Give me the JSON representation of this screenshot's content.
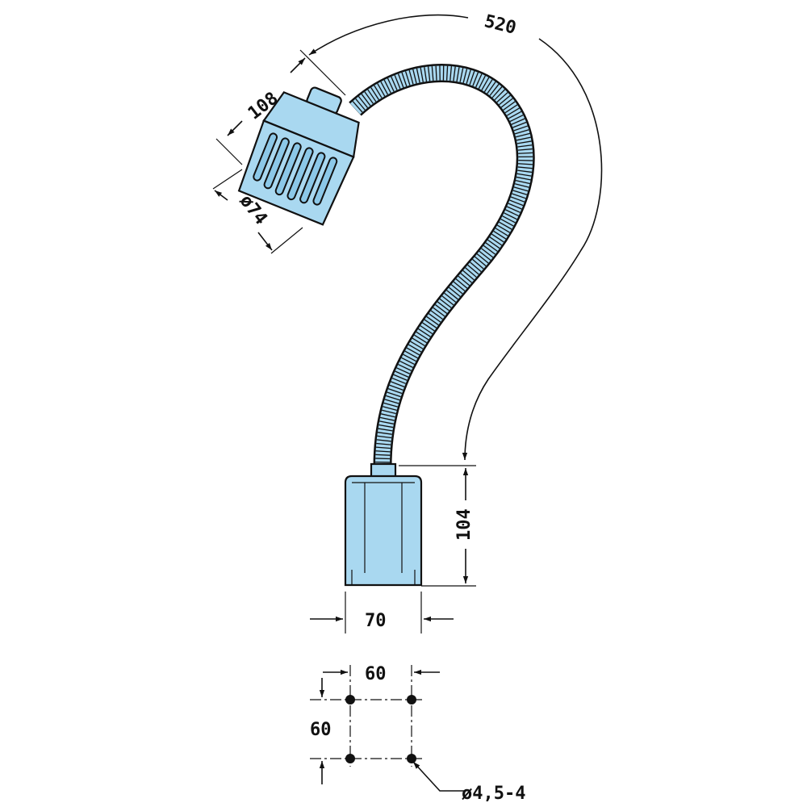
{
  "colors": {
    "part_fill": "#a9d8f0",
    "part_fill_dark": "#8cc8e8",
    "line": "#111111",
    "background": "#ffffff"
  },
  "dimensions": {
    "arm_length": "520",
    "head_length": "108",
    "head_diameter": "ø74",
    "base_height": "104",
    "base_width": "70",
    "hole_spacing_x": "60",
    "hole_spacing_y": "60",
    "hole_callout": "ø4,5-4"
  }
}
